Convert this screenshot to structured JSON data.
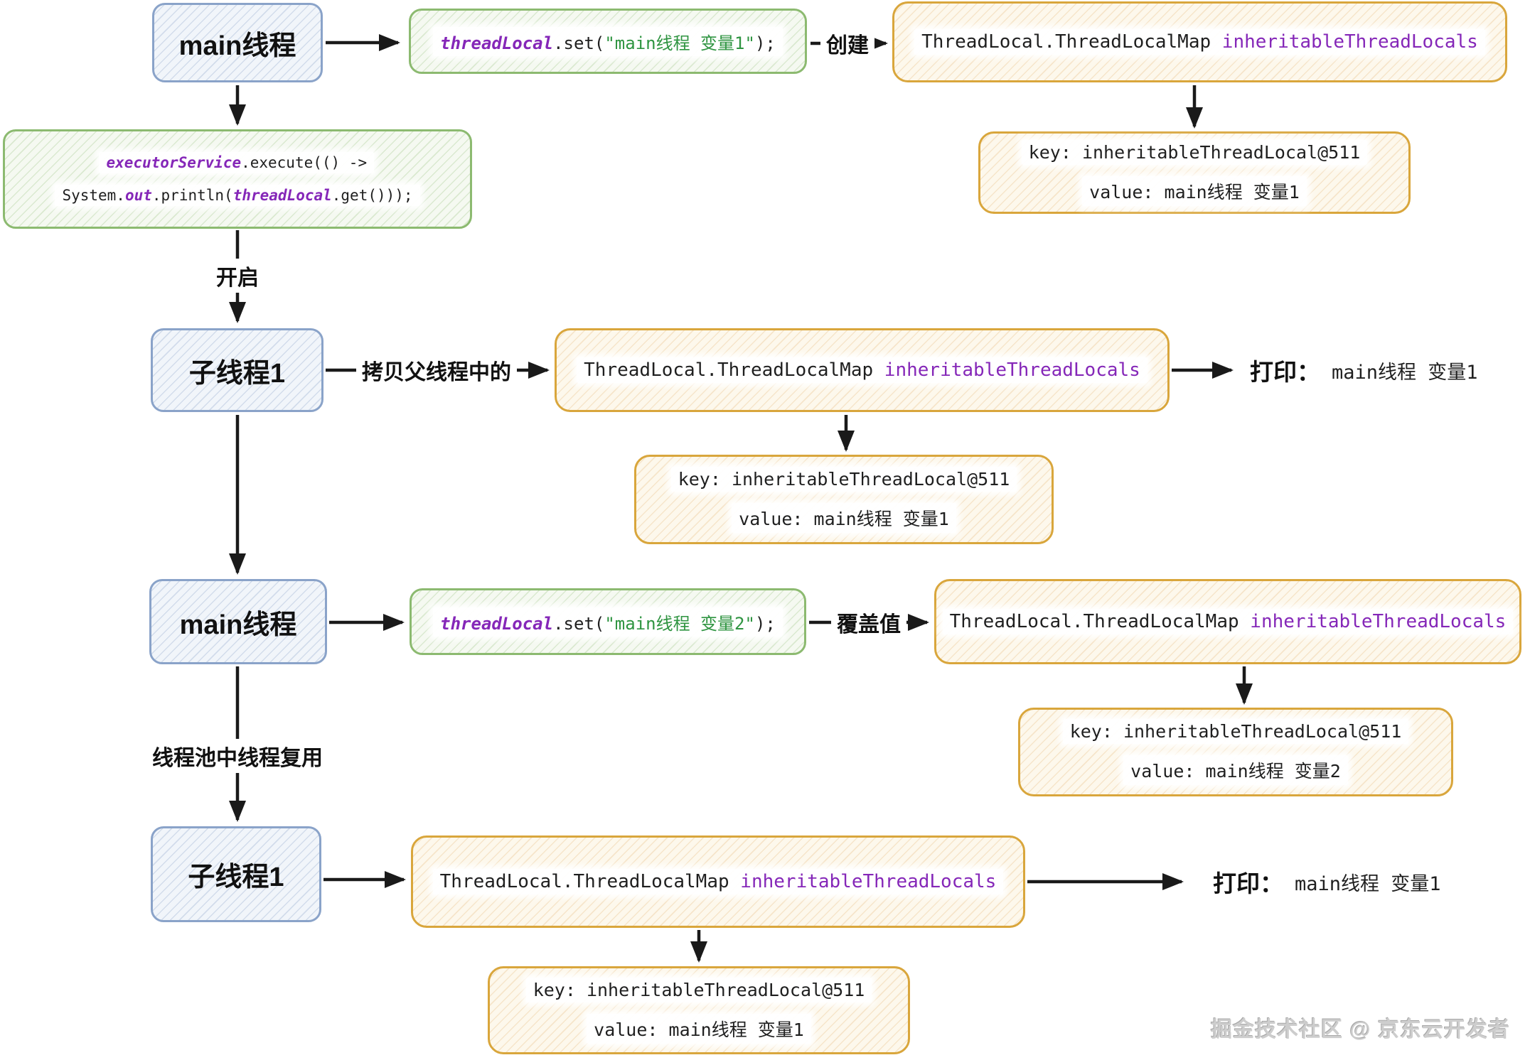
{
  "nodes": {
    "main_thread_1": "main线程",
    "child_thread_1": "子线程1",
    "main_thread_2": "main线程",
    "child_thread_2": "子线程1"
  },
  "code_set_1": {
    "var": "threadLocal",
    "call": ".set(",
    "str": "\"main线程 变量1\"",
    "end": ");"
  },
  "code_set_2": {
    "var": "threadLocal",
    "call": ".set(",
    "str": "\"main线程 变量2\"",
    "end": ");"
  },
  "code_exec": {
    "line1": {
      "var": "executorService",
      "rest": ".execute(() ->"
    },
    "line2": {
      "pre": "System.",
      "out": "out",
      "mid": ".println(",
      "var": "threadLocal",
      "end": ".get()));"
    }
  },
  "map_box": {
    "plain": "ThreadLocal.ThreadLocalMap ",
    "purple": "inheritableThreadLocals"
  },
  "kv1": {
    "key": "key: inheritableThreadLocal@511",
    "value": "value: main线程 变量1"
  },
  "kv2": {
    "key": "key: inheritableThreadLocal@511",
    "value": "value: main线程 变量1"
  },
  "kv3": {
    "key": "key: inheritableThreadLocal@511",
    "value": "value: main线程 变量2"
  },
  "kv4": {
    "key": "key: inheritableThreadLocal@511",
    "value": "value: main线程 变量1"
  },
  "labels": {
    "create": "创建",
    "start": "开启",
    "copy_parent": "拷贝父线程中的",
    "override": "覆盖值",
    "reuse": "线程池中线程复用"
  },
  "print1": {
    "prefix": "打印：",
    "value": "main线程 变量1"
  },
  "print2": {
    "prefix": "打印：",
    "value": "main线程 变量1"
  },
  "watermark": "掘金技术社区 @ 京东云开发者",
  "colors": {
    "blue_border": "#8aa3c9",
    "green_border": "#8cba70",
    "orange_border": "#d9a63c",
    "purple_code": "#8527b8",
    "green_string": "#2e9440",
    "arrow_black": "#1a1a1a"
  }
}
